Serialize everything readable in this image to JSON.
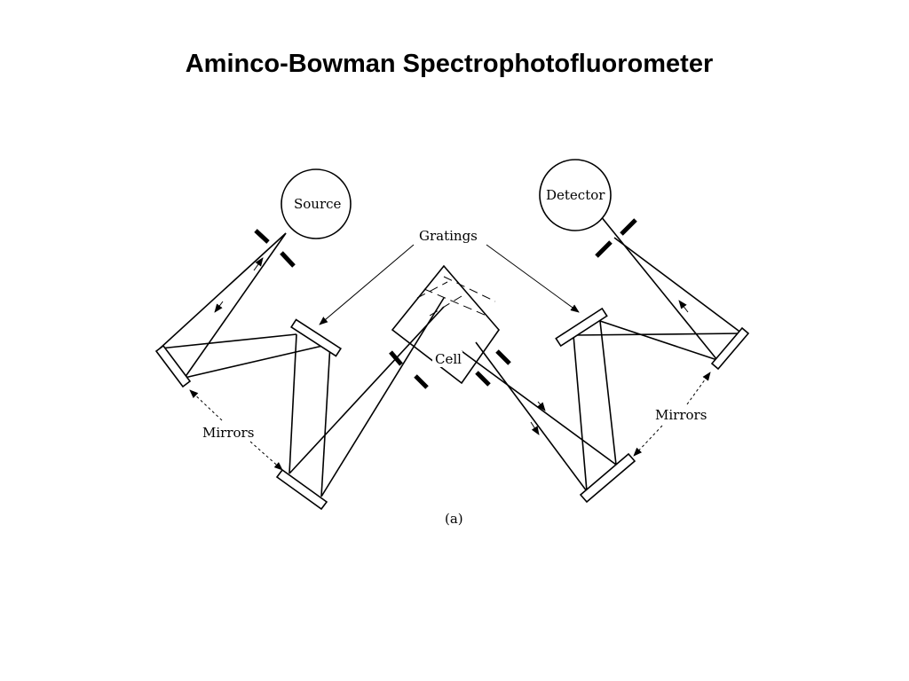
{
  "title": "Aminco-Bowman Spectrophotofluorometer",
  "diagram": {
    "source_label": "Source",
    "detector_label": "Detector",
    "gratings_label": "Gratings",
    "cell_label": "Cell",
    "mirrors_left_label": "Mirrors",
    "mirrors_right_label": "Mirrors",
    "caption": "(a)"
  }
}
